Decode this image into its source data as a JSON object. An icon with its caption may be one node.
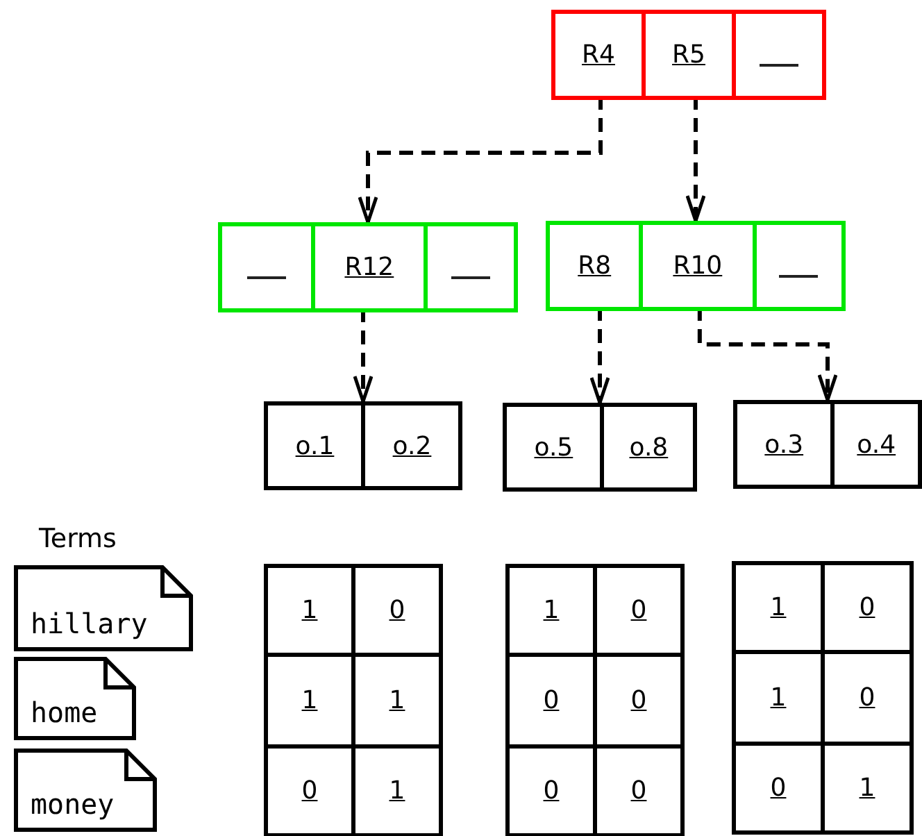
{
  "diagram": {
    "nodes": [
      {
        "text": [],
        "shape": "box"
      },
      {
        "text": [
          "R4"
        ],
        "in": 0
      },
      {
        "text": [
          "R5"
        ],
        "in": 0
      },
      {
        "text": [],
        "shape": "box",
        "in": 0
      },
      {
        "text": [],
        "shape": "box"
      },
      {
        "text": [],
        "shape": "box",
        "in": 4
      },
      {
        "text": [
          "R12"
        ],
        "in": 4
      },
      {
        "text": [],
        "shape": "box",
        "in": 4
      },
      {
        "text": [],
        "shape": "box"
      },
      {
        "text": [
          "R8"
        ],
        "in": 8
      },
      {
        "text": [
          "R10"
        ],
        "in": 8
      },
      {
        "text": [],
        "shape": "box",
        "in": 8
      },
      {
        "text": [],
        "shape": "box"
      },
      {
        "text": [
          "o.1"
        ],
        "in": 12
      },
      {
        "text": [
          "o.2"
        ],
        "in": 12
      },
      {
        "text": [],
        "shape": "box"
      },
      {
        "text": [
          "o.5"
        ],
        "in": 15
      },
      {
        "text": [
          "o.8"
        ],
        "in": 15
      },
      {
        "text": [],
        "shape": "box"
      },
      {
        "text": [
          "o.3"
        ],
        "in": 18
      },
      {
        "text": [
          "o.4"
        ],
        "in": 18
      },
      {
        "text": [
          "hillary"
        ]
      },
      {
        "text": [
          "home"
        ]
      },
      {
        "text": [
          "money"
        ]
      }
    ],
    "edges": [
      {
        "from": 1,
        "to": 4,
        "arrow": "to",
        "style": "dashed"
      },
      {
        "from": 2,
        "to": 8,
        "arrow": "to",
        "style": "dashed"
      },
      {
        "from": 6,
        "to": 12,
        "arrow": "to",
        "style": "dashed"
      },
      {
        "from": 9,
        "to": 15,
        "arrow": "to",
        "style": "dashed"
      },
      {
        "from": 10,
        "to": 18,
        "arrow": "to",
        "style": "dashed"
      }
    ],
    "labels": [
      "Terms",
      "1",
      "0",
      "1",
      "1",
      "0",
      "1",
      "1",
      "0",
      "0",
      "0",
      "0",
      "0",
      "1",
      "0",
      "1",
      "0",
      "0",
      "1"
    ]
  }
}
